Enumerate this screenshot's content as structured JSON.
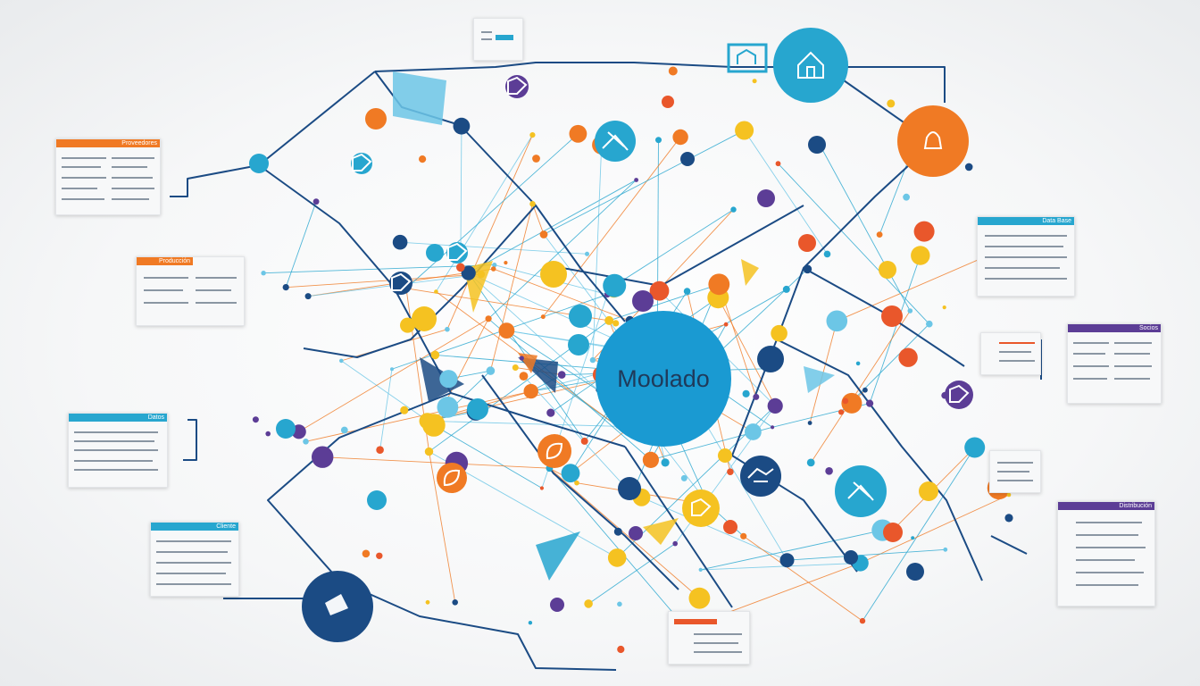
{
  "center_node": {
    "label": "Moolado",
    "color": "#1a9ad2"
  },
  "colors": {
    "navy": "#1b4b84",
    "teal": "#27a6cf",
    "light_blue": "#6cc6e6",
    "orange": "#f07a24",
    "yellow": "#f5c221",
    "purple": "#5c3d96",
    "red_orange": "#e9572b"
  },
  "cards": [
    {
      "id": "card-left-1",
      "header": "Proveedores",
      "accent": "#f07a24"
    },
    {
      "id": "card-left-2",
      "header": "Producción",
      "accent": "#f07a24"
    },
    {
      "id": "card-left-3",
      "header": "Datos",
      "accent": "#27a6cf"
    },
    {
      "id": "card-left-4",
      "header": "Cliente",
      "accent": "#27a6cf"
    },
    {
      "id": "card-right-1",
      "header": "Data Base",
      "accent": "#27a6cf"
    },
    {
      "id": "card-right-2",
      "header": "Socios",
      "accent": "#5c3d96"
    },
    {
      "id": "card-right-3",
      "header": "Distribución",
      "accent": "#5c3d96"
    },
    {
      "id": "card-right-small",
      "header": "",
      "accent": "#ffffff"
    },
    {
      "id": "card-bottom",
      "header": "",
      "accent": "#e9572b"
    },
    {
      "id": "card-top",
      "header": "",
      "accent": "#27a6cf"
    }
  ],
  "icon_nodes": [
    {
      "name": "home-icon",
      "color": "#27a6cf"
    },
    {
      "name": "bell-icon",
      "color": "#f07a24"
    },
    {
      "name": "chart-icon",
      "color": "#27a6cf"
    },
    {
      "name": "leaf-icon",
      "color": "#f07a24"
    },
    {
      "name": "mail-icon",
      "color": "#1b4b84"
    },
    {
      "name": "tag-icon",
      "color": "#27a6cf"
    },
    {
      "name": "handshake-icon",
      "color": "#1b4b84"
    }
  ]
}
